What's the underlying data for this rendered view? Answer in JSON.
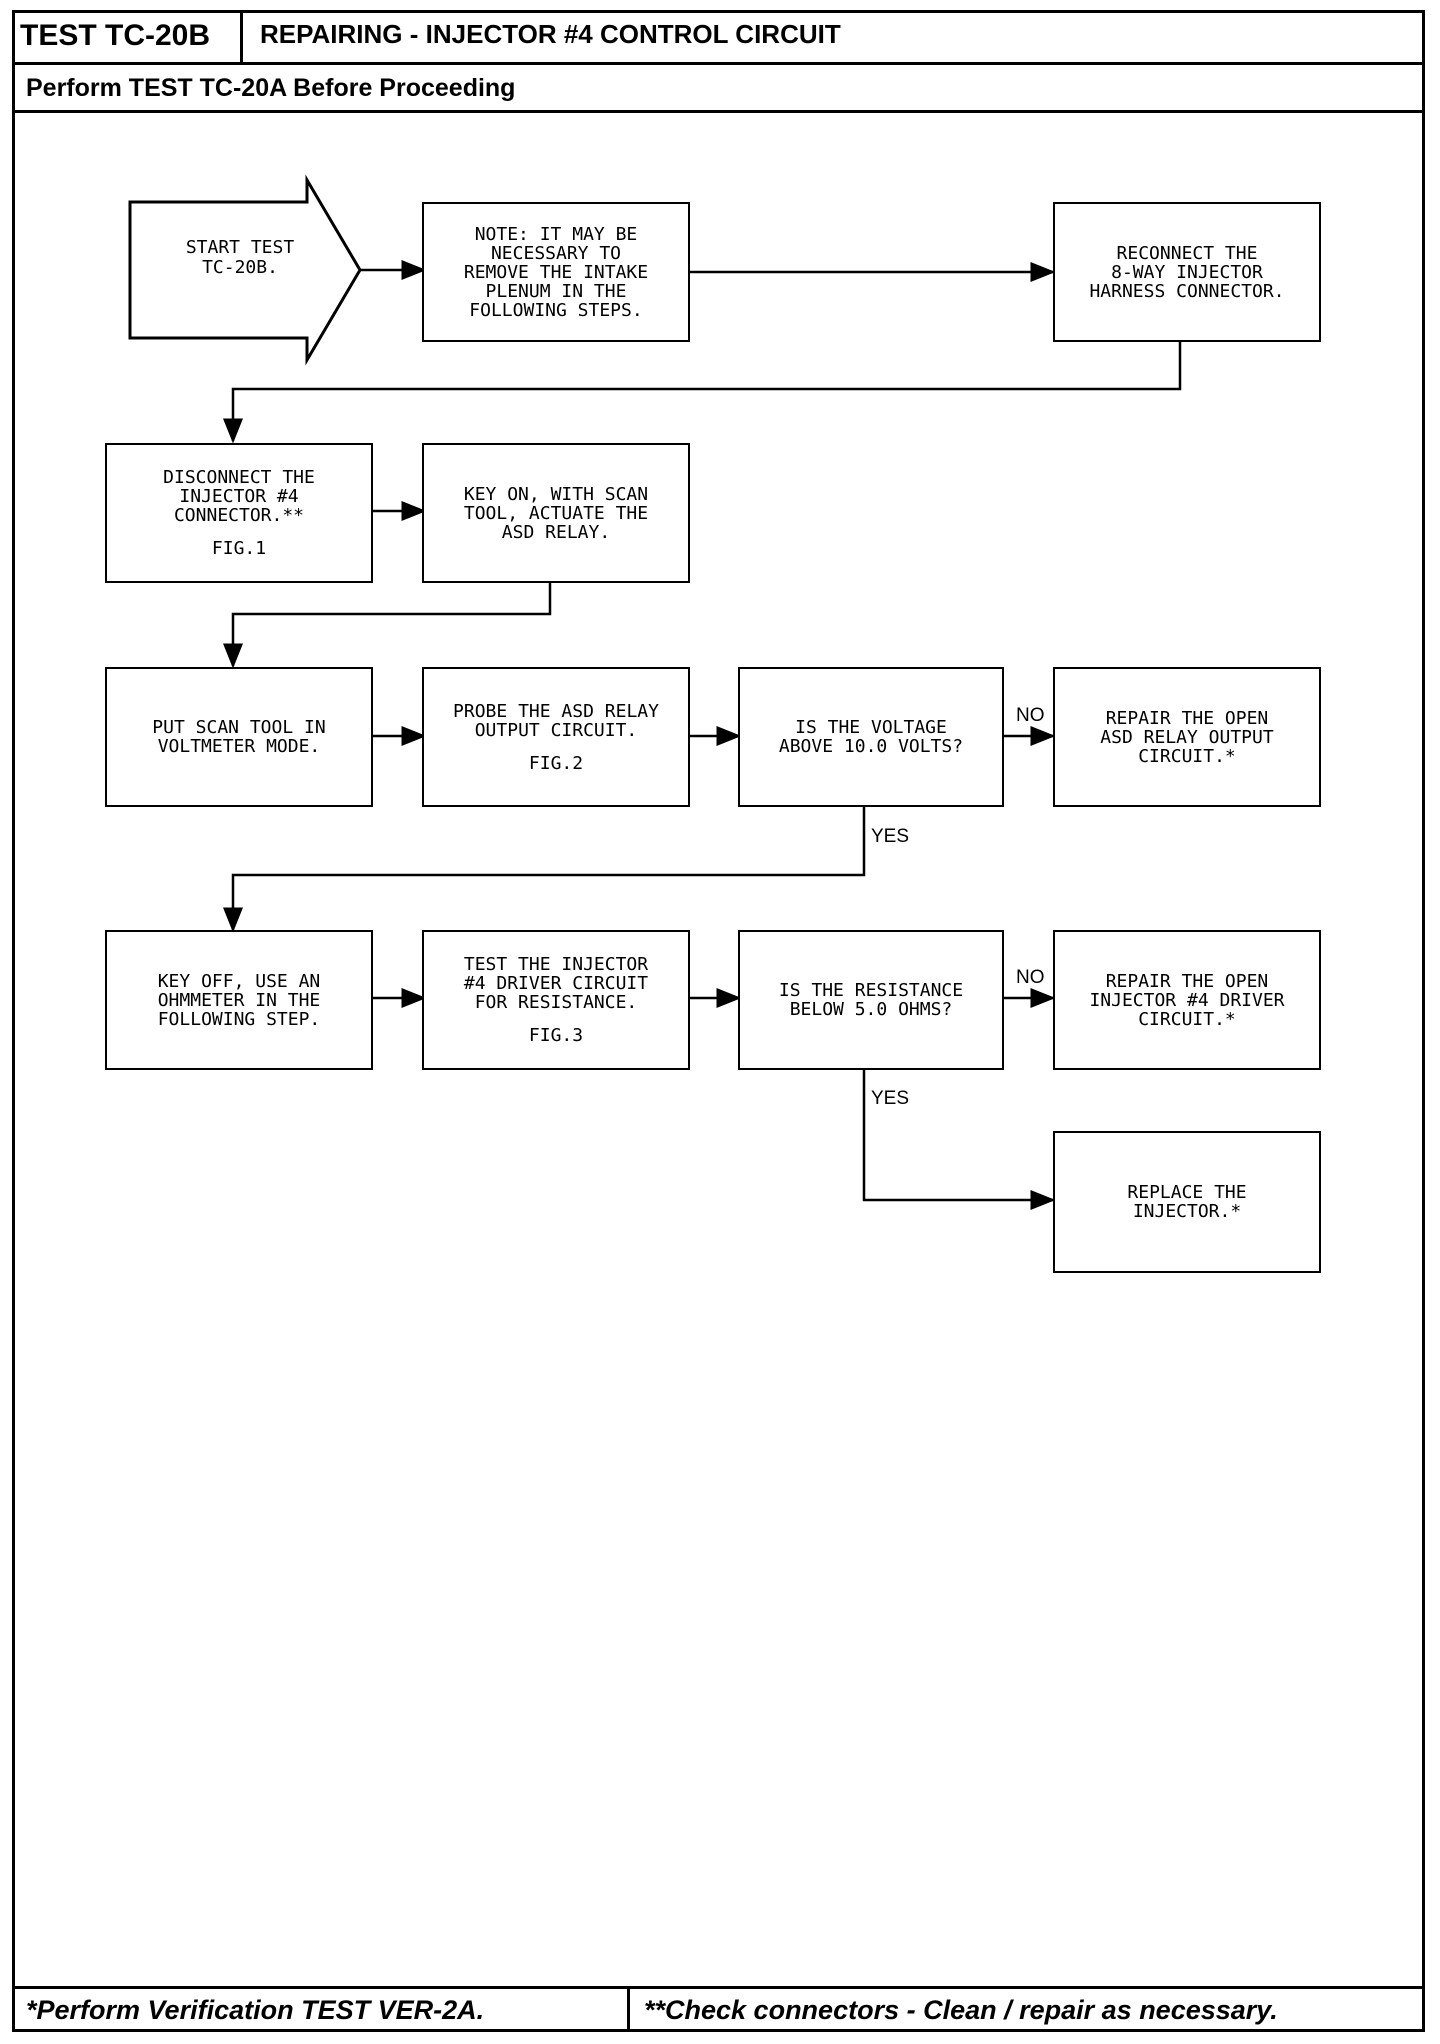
{
  "header": {
    "test_id": "TEST TC-20B",
    "title": "REPAIRING - INJECTOR #4 CONTROL CIRCUIT",
    "subheader": "Perform TEST TC-20A Before Proceeding"
  },
  "flowchart": {
    "start": "START TEST\nTC-20B.",
    "note": "NOTE: IT MAY BE\nNECESSARY TO\nREMOVE THE INTAKE\nPLENUM IN THE\nFOLLOWING STEPS.",
    "reconnect": "RECONNECT THE\n8-WAY INJECTOR\nHARNESS CONNECTOR.",
    "disconnect": "DISCONNECT THE\nINJECTOR #4\nCONNECTOR.**",
    "disconnect_fig": "FIG.1",
    "key_on": "KEY ON, WITH SCAN\nTOOL, ACTUATE THE\nASD RELAY.",
    "put_scan": "PUT SCAN TOOL IN\nVOLTMETER MODE.",
    "probe": "PROBE THE ASD RELAY\nOUTPUT CIRCUIT.",
    "probe_fig": "FIG.2",
    "voltage_q": "IS THE VOLTAGE\nABOVE 10.0 VOLTS?",
    "repair_asd": "REPAIR THE OPEN\nASD RELAY OUTPUT\nCIRCUIT.*",
    "key_off": "KEY OFF, USE AN\nOHMMETER IN THE\nFOLLOWING STEP.",
    "test_driver": "TEST THE INJECTOR\n#4 DRIVER CIRCUIT\nFOR RESISTANCE.",
    "test_driver_fig": "FIG.3",
    "resistance_q": "IS THE RESISTANCE\nBELOW 5.0 OHMS?",
    "repair_driver": "REPAIR THE OPEN\nINJECTOR #4 DRIVER\nCIRCUIT.*",
    "replace": "REPLACE THE\nINJECTOR.*",
    "labels": {
      "no_1": "NO",
      "yes_1": "YES",
      "no_2": "NO",
      "yes_2": "YES"
    }
  },
  "footer": {
    "left": "*Perform Verification TEST VER-2A.",
    "right": "**Check connectors - Clean / repair as necessary."
  }
}
